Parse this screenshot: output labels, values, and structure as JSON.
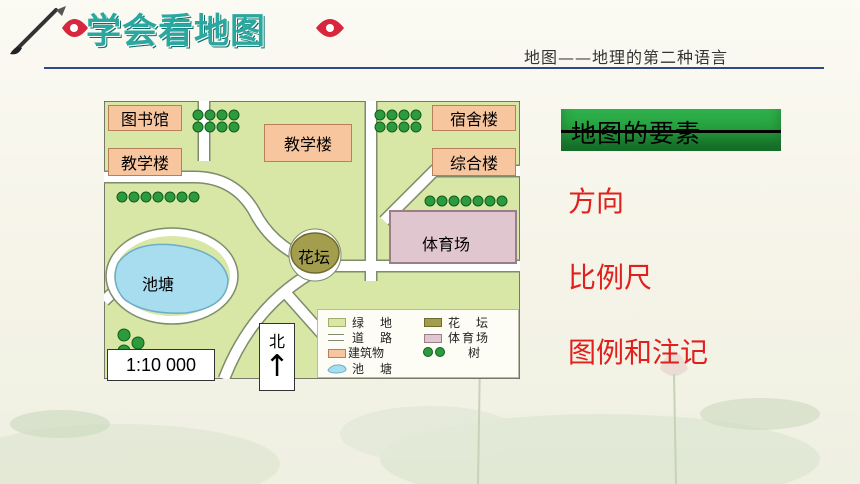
{
  "header": {
    "title": "学会看地图",
    "subtitle": "地图——地理的第二种语言"
  },
  "map": {
    "buildings": [
      {
        "label": "图书馆"
      },
      {
        "label": "教学楼"
      },
      {
        "label": "教学楼"
      },
      {
        "label": "宿舍楼"
      },
      {
        "label": "综合楼"
      }
    ],
    "sports_field": "体育场",
    "flower_bed": "花坛",
    "pond": "池塘",
    "scale": "1:10 000",
    "north": {
      "label": "北",
      "arrow": "↑"
    },
    "legend": [
      {
        "label": "绿　地",
        "color": "#d8e6a6"
      },
      {
        "label": "花　坛",
        "color": "#a39d4e"
      },
      {
        "label": "道　路",
        "color": "#ffffff"
      },
      {
        "label": "体育场",
        "color": "#e0c7cf"
      },
      {
        "label": "建筑物",
        "color": "#f7c69f"
      },
      {
        "label": "树",
        "color": "#2e9a3e"
      },
      {
        "label": "池　塘",
        "color": "#a8dcef"
      }
    ]
  },
  "panel": {
    "heading": "地图的要素",
    "items": [
      "方向",
      "比例尺",
      "图例和注记"
    ]
  },
  "colors": {
    "title_teal": "#2aa8a0",
    "heading_green": "#1b8f33",
    "item_red": "#e0201c",
    "rule_blue": "#2e4a8a"
  }
}
